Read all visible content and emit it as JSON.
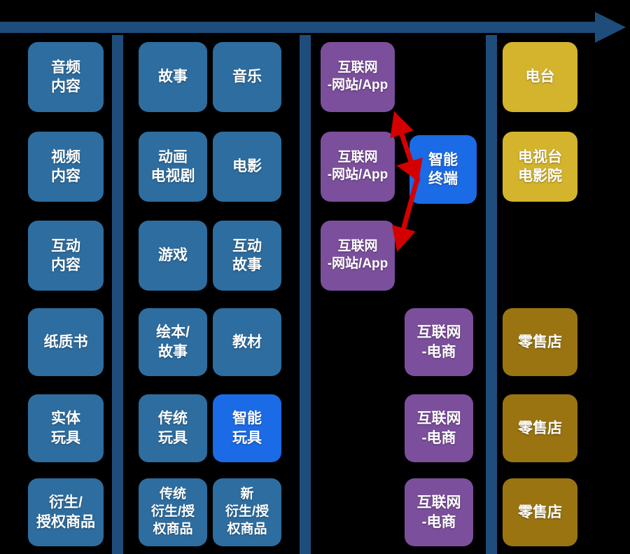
{
  "nodes": {
    "col1": [
      "音频\n内容",
      "视频\n内容",
      "互动\n内容",
      "纸质书",
      "实体\n玩具",
      "衍生/\n授权商品"
    ],
    "col2_left": [
      "故事",
      "动画\n电视剧",
      "游戏",
      "绘本/\n故事",
      "传统\n玩具",
      "传统\n衍生/授\n权商品"
    ],
    "col2_right": [
      "音乐",
      "电影",
      "互动\n故事",
      "教材",
      "智能\n玩具",
      "新\n衍生/授\n权商品"
    ],
    "col3_web": [
      "互联网\n-网站/App",
      "互联网\n-网站/App",
      "互联网\n-网站/App"
    ],
    "col3_terminal": "智能\n终端",
    "col3_ecom": [
      "互联网\n-电商",
      "互联网\n-电商",
      "互联网\n-电商"
    ],
    "col4": [
      "电台",
      "电视台\n电影院",
      "零售店",
      "零售店",
      "零售店"
    ]
  },
  "colors": {
    "node_blue": "#2e6d9f",
    "node_bright_blue": "#1b6ae6",
    "node_purple": "#7b4f9b",
    "node_gold": "#d4b42c",
    "node_dark_gold": "#997411",
    "axis_blue": "#1e4d7b",
    "arrow_red": "#d40000",
    "background": "#000000"
  }
}
